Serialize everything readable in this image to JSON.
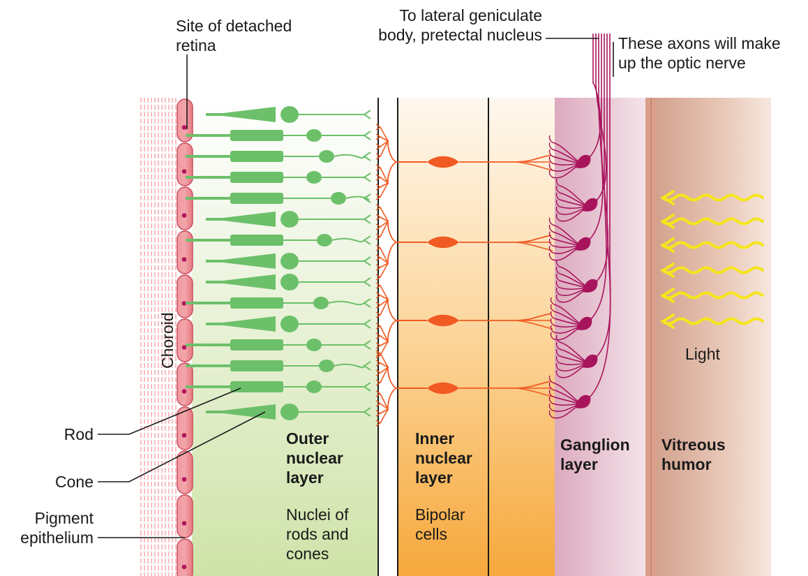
{
  "labels": {
    "site_line1": "Site of detached",
    "site_line2": "retina",
    "to_line1": "To lateral geniculate",
    "to_line2": "body, pretectal nucleus",
    "axons_line1": "These axons will make",
    "axons_line2": "up the optic nerve",
    "choroid": "Choroid",
    "rod": "Rod",
    "cone": "Cone",
    "pigment_line1": "Pigment",
    "pigment_line2": "epithelium",
    "light": "Light"
  },
  "layers": {
    "outer": {
      "title": [
        "Outer",
        "nuclear",
        "layer"
      ],
      "desc": [
        "Nuclei of",
        "rods and",
        "cones"
      ]
    },
    "inner": {
      "title": [
        "Inner",
        "nuclear",
        "layer"
      ],
      "desc": [
        "Bipolar",
        "cells"
      ]
    },
    "ganglion": {
      "title": [
        "Ganglion",
        "layer"
      ]
    },
    "vitreous": {
      "title": [
        "Vitreous",
        "humor"
      ]
    }
  },
  "colors": {
    "photoreceptor": "#6cc06a",
    "bipolar": "#f15a22",
    "ganglion": "#a8145c",
    "pigment_cell": "#ec7f86",
    "light": "#f5e51b"
  },
  "icons": {
    "photoreceptor": "rod-and-cone-cells",
    "bipolar": "bipolar-neuron",
    "ganglion": "ganglion-neuron",
    "light": "wavy-arrow"
  }
}
